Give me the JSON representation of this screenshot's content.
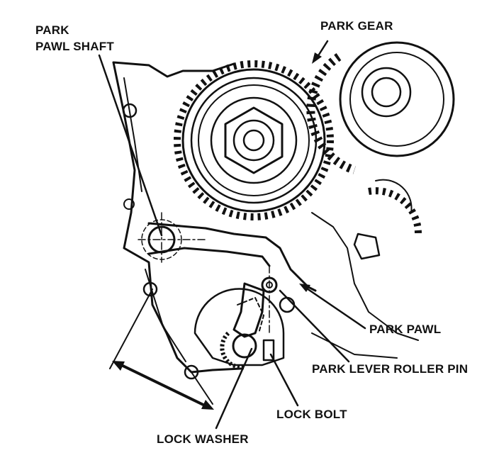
{
  "labels": {
    "park_pawl_shaft_line1": "PARK",
    "park_pawl_shaft_line2": "PAWL SHAFT",
    "park_gear": "PARK GEAR",
    "park_pawl": "PARK PAWL",
    "park_lever_roller_pin": "PARK LEVER ROLLER PIN",
    "lock_bolt": "LOCK BOLT",
    "lock_washer": "LOCK WASHER"
  },
  "colors": {
    "ink": "#111111",
    "background": "#ffffff"
  }
}
